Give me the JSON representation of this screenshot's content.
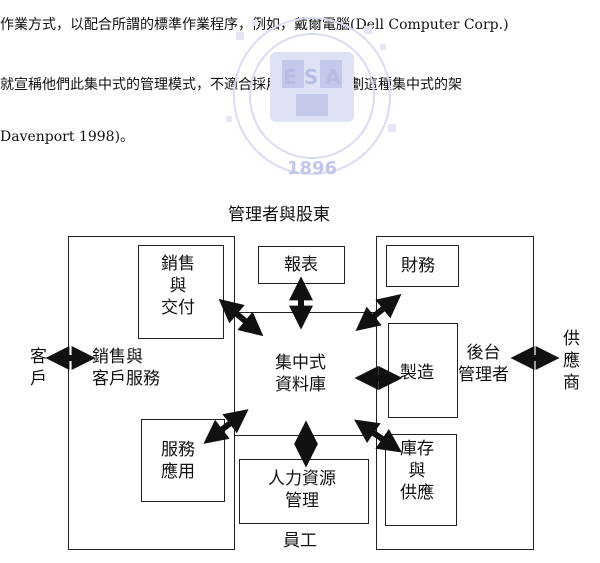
{
  "text": {
    "line1": "作業方式，以配合所謂的標準作業程序，例如，戴爾電腦(Dell Computer Corp.)",
    "line2": "就宣稱他們此集中式的管理模式，不適合採用企業資源規劃這種集中式的架",
    "line3": "Davenport 1998)。"
  },
  "watermark": {
    "text": "1896",
    "letters": "E S A"
  },
  "diagram": {
    "top_label": "管理者與股東",
    "bottom_label": "員工",
    "customer": "客\n戶",
    "supplier": "供\n應\n商",
    "front_label": "銷售與\n客戶服務",
    "back_label": "後台\n管理者",
    "center": "集中式\n資料庫",
    "sales": "銷售\n與\n交付",
    "service": "服務\n應用",
    "reports": "報表",
    "hr": "人力資源\n管理",
    "finance": "財務",
    "manufacturing": "製造",
    "inventory": "庫存\n與\n供應"
  }
}
